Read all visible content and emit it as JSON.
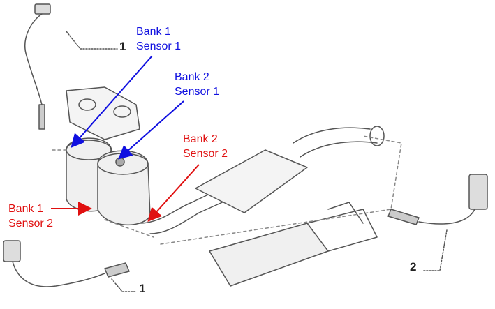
{
  "title": "Oxygen sensor locations on exhaust manifold / catalytic converters",
  "colors": {
    "upstream_label": "#1010e0",
    "downstream_label": "#e01010",
    "drawing": "#555555"
  },
  "labels": [
    {
      "id": "b1s1",
      "line1": "Bank 1",
      "line2": "Sensor 1",
      "color_key": "upstream_label"
    },
    {
      "id": "b2s1",
      "line1": "Bank 2",
      "line2": "Sensor 1",
      "color_key": "upstream_label"
    },
    {
      "id": "b2s2",
      "line1": "Bank 2",
      "line2": "Sensor 2",
      "color_key": "downstream_label"
    },
    {
      "id": "b1s2",
      "line1": "Bank 1",
      "line2": "Sensor 2",
      "color_key": "downstream_label"
    }
  ],
  "callouts": [
    {
      "id": "callout-upper-sensor",
      "number": "1"
    },
    {
      "id": "callout-lower-left-sensor",
      "number": "1"
    },
    {
      "id": "callout-right-sensor",
      "number": "2"
    }
  ]
}
